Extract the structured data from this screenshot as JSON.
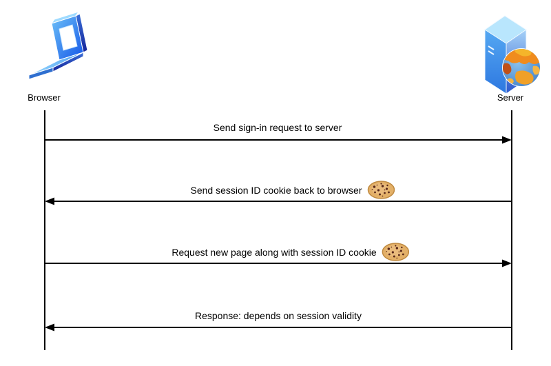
{
  "diagram": {
    "title": "Browser–Server session cookie sequence diagram",
    "background": "#ffffff",
    "line_color": "#000000"
  },
  "actors": {
    "browser": {
      "label": "Browser",
      "icon": "laptop-icon"
    },
    "server": {
      "label": "Server",
      "icon": "server-tower-globe-icon"
    }
  },
  "messages": [
    {
      "label": "Send sign-in request to server",
      "from": "browser",
      "to": "server",
      "direction": "right",
      "has_cookie": false
    },
    {
      "label": "Send session ID cookie back to browser",
      "from": "server",
      "to": "browser",
      "direction": "left",
      "has_cookie": true
    },
    {
      "label": "Request new page along with session ID cookie",
      "from": "browser",
      "to": "server",
      "direction": "right",
      "has_cookie": true
    },
    {
      "label": "Response: depends on session validity",
      "from": "server",
      "to": "browser",
      "direction": "left",
      "has_cookie": false
    }
  ],
  "icons": {
    "laptop": "laptop-icon",
    "server": "server-tower-icon",
    "globe": "globe-icon",
    "cookie": "cookie-icon"
  },
  "palette": {
    "laptop_blue_light": "#9fdbff",
    "laptop_blue_mid": "#3f8ef5",
    "laptop_blue_deep": "#1a57e0",
    "edge_navy": "#1b3fae",
    "server_face_light": "#a6d2f8",
    "server_face_deep": "#2b57cc",
    "globe_ocean": "#4a8fd0",
    "globe_land_orange": "#f08c1e",
    "globe_land_dark": "#c05018",
    "globe_land_yellow": "#f5b542",
    "cookie_base": "#e3b068",
    "cookie_rim": "#c08a40",
    "cookie_chip": "#58281a"
  }
}
